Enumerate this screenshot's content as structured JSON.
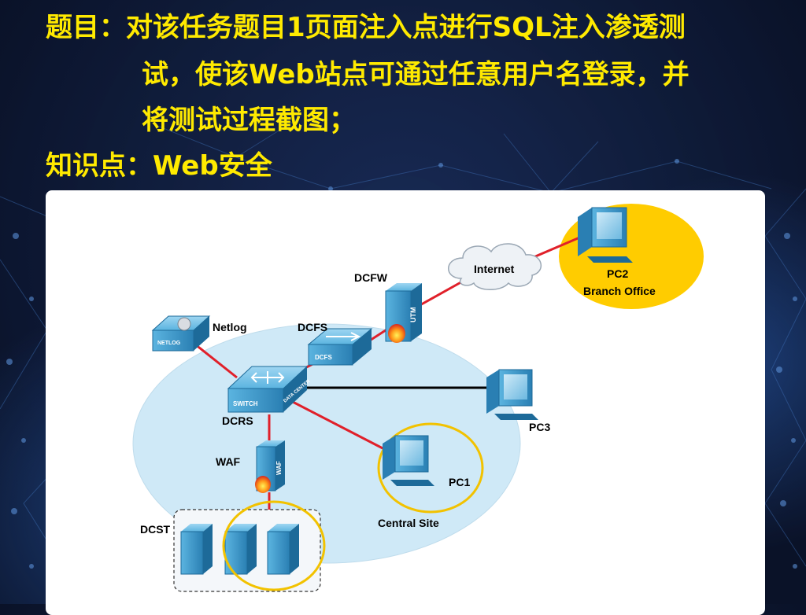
{
  "slide": {
    "task_line1": "题目：对该任务题目1页面注入点进行SQL注入渗透测",
    "task_line2": "试，使该Web站点可通过任意用户名登录，并",
    "task_line3": "将测试过程截图；",
    "knowledge": "知识点：Web安全"
  },
  "diagram": {
    "labels": {
      "internet": "Internet",
      "pc2": "PC2",
      "branch_office": "Branch Office",
      "dcfw": "DCFW",
      "dcfs": "DCFS",
      "netlog": "Netlog",
      "dcrs": "DCRS",
      "pc3": "PC3",
      "waf": "WAF",
      "pc1": "PC1",
      "central_site": "Central Site",
      "dcst": "DCST"
    },
    "device_text": {
      "netlog_badge": "NETLOG",
      "dcfs_badge": "DCFS",
      "switch_left": "SWITCH",
      "switch_right": "DATA CENTER",
      "utm": "UTM",
      "waf_badge": "WAF"
    },
    "colors": {
      "title": "#ffea00",
      "link_red": "#e0202a",
      "link_black": "#000000",
      "central_site_fill": "#cfe9f7",
      "highlight_ring": "#f2c200",
      "branch_fill": "#ffcc00",
      "device_blue": "#2e8fc0"
    }
  }
}
